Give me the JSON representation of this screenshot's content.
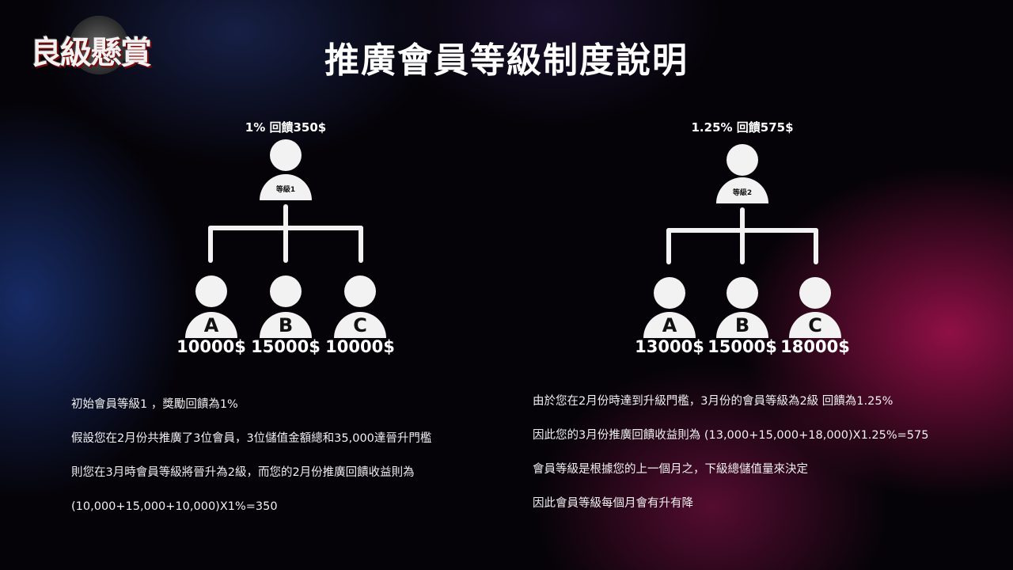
{
  "logo": "良級懸賞",
  "title": "推廣會員等級制度說明",
  "left": {
    "caption": "1%  回饋350$",
    "level": "等級1",
    "children": [
      {
        "letter": "A",
        "amount": "10000$"
      },
      {
        "letter": "B",
        "amount": "15000$"
      },
      {
        "letter": "C",
        "amount": "10000$"
      }
    ]
  },
  "right": {
    "caption": "1.25%  回饋575$",
    "level": "等級2",
    "children": [
      {
        "letter": "A",
        "amount": "13000$"
      },
      {
        "letter": "B",
        "amount": "15000$"
      },
      {
        "letter": "C",
        "amount": "18000$"
      }
    ]
  },
  "left_text": [
    "初始會員等級1 ，獎勵回饋為1%",
    "假設您在2月份共推廣了3位會員，3位儲值金額總和35,000達晉升門檻",
    "則您在3月時會員等級將晉升為2級，而您的2月份推廣回饋收益則為",
    "(10,000+15,000+10,000)X1%=350"
  ],
  "right_text": [
    "由於您在2月份時達到升級門檻，3月份的會員等級為2級  回饋為1.25%",
    "因此您的3月份推廣回饋收益則為 (13,000+15,000+18,000)X1.25%=575",
    "會員等級是根據您的上一個月之，下級總儲值量來決定",
    "因此會員等級每個月會有升有降"
  ]
}
